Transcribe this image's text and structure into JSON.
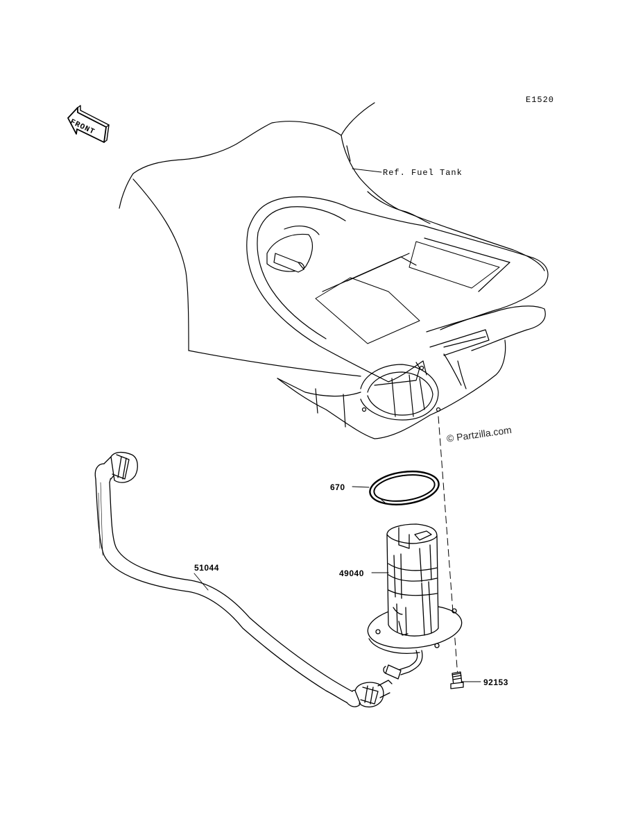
{
  "diagram_id": "E1520",
  "orientation_label": "FRONT",
  "ref_label": "Ref. Fuel Tank",
  "watermark": "© Partzilla.com",
  "parts": [
    {
      "number": "670"
    },
    {
      "number": "49040"
    },
    {
      "number": "51044"
    },
    {
      "number": "92153"
    }
  ]
}
